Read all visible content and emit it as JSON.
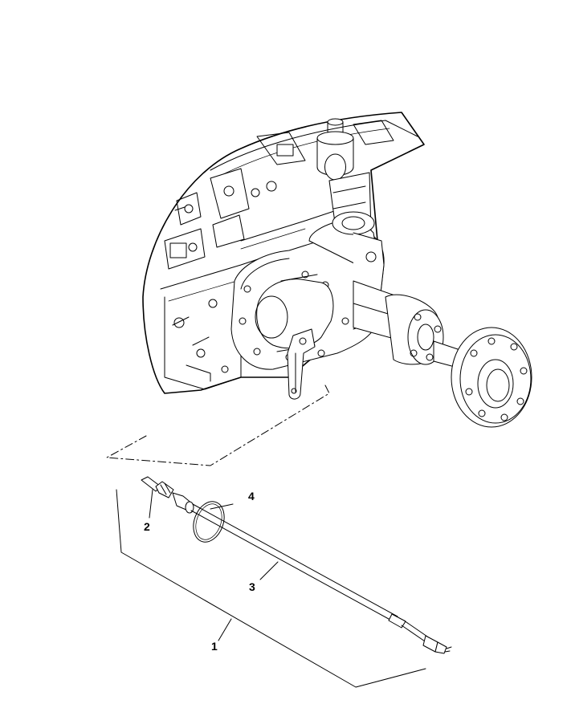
{
  "diagram": {
    "callouts": [
      {
        "id": "1",
        "label": "1"
      },
      {
        "id": "2",
        "label": "2"
      },
      {
        "id": "3",
        "label": "3"
      },
      {
        "id": "4",
        "label": "4"
      }
    ]
  },
  "colors": {
    "ink": "#000000",
    "paper": "#ffffff"
  }
}
